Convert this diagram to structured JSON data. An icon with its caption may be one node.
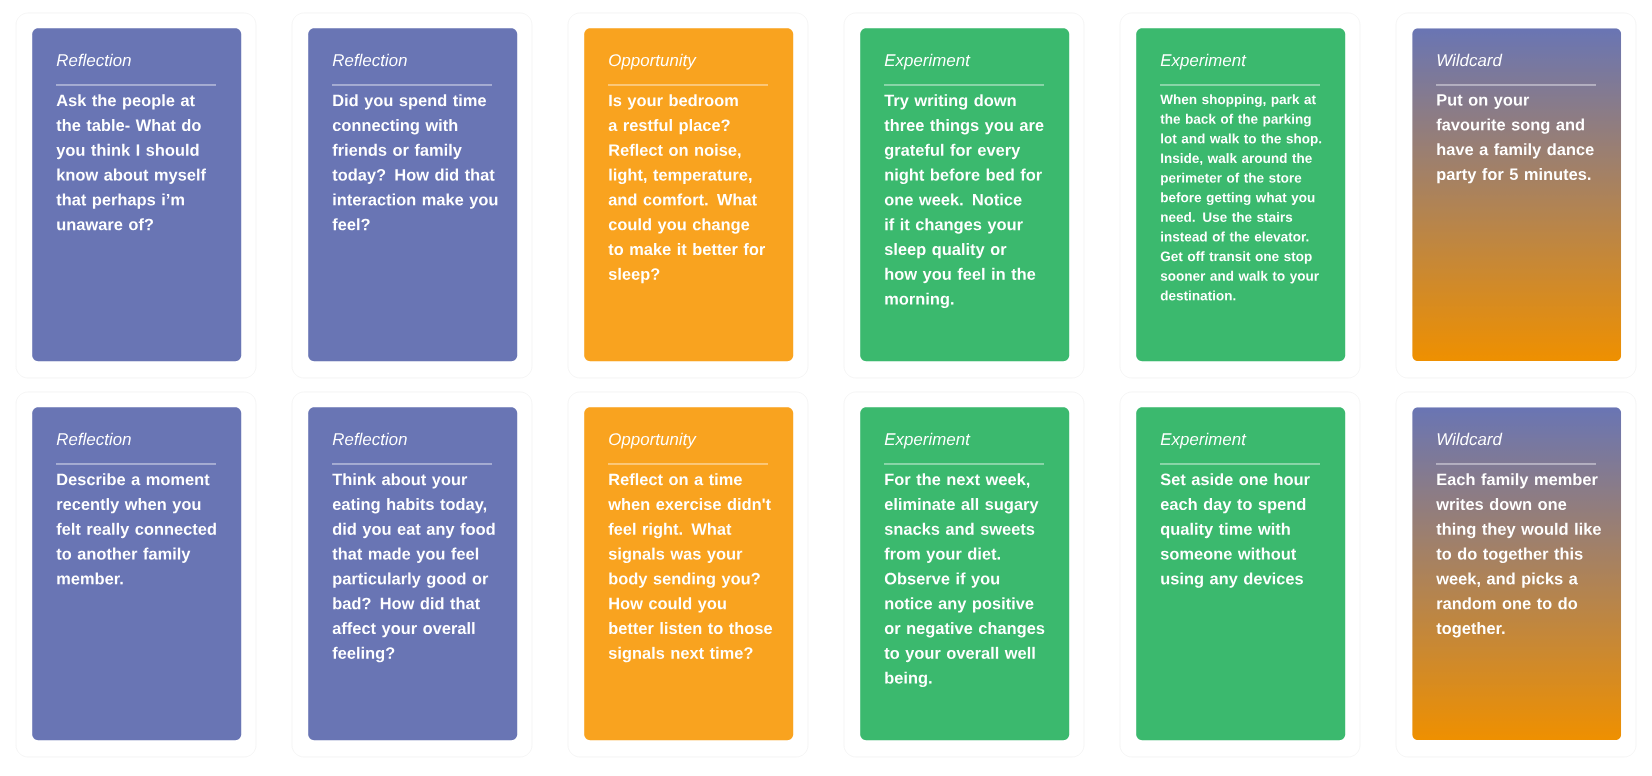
{
  "diagram": {
    "nodes": [
      {
        "text": [
          "Reflection",
          "Ask the people at the table- What do you think I should know about myself that perhaps i’m unaware of?"
        ]
      },
      {
        "text": [
          "Reflection",
          "Did you spend time connecting with friends or family today? How did that interaction make you feel?"
        ]
      },
      {
        "text": [
          "Opportunity",
          "Is your bedroom a restful place? Reflect on noise, light, temperature, and comfort. What could you change to make it better for sleep?"
        ]
      },
      {
        "text": [
          "Experiment",
          "Try writing down three things you are grateful for every night before bed for one week. Notice if it changes your sleep quality or how you feel in the morning."
        ]
      },
      {
        "text": [
          "Experiment",
          "When shopping, park at the back of the parking lot and walk to the shop. Inside, walk around the perimeter of the store before getting what you need. Use the stairs instead of the elevator. Get off transit one stop sooner and walk to your destination."
        ]
      },
      {
        "text": [
          "Wildcard",
          "Put on your favourite song and have a family dance party for 5 minutes."
        ]
      },
      {
        "text": [
          "Reflection",
          "Describe a moment recently when you felt really connected to another family member."
        ]
      },
      {
        "text": [
          "Reflection",
          "Think about your eating habits today, did you eat any food that made you feel particularly good or bad? How did that affect your overall feeling?"
        ]
      },
      {
        "text": [
          "Opportunity",
          "Reflect on a time when exercise didn't feel right. What signals was your body sending you? How could you better listen to those signals next time?"
        ]
      },
      {
        "text": [
          "Experiment",
          "For the next week, eliminate all sugary snacks and sweets from your diet. Observe if you notice any positive or negative changes to your overall well being."
        ]
      },
      {
        "text": [
          "Experiment",
          "Set aside one hour each day to spend quality time with someone without using any devices"
        ]
      },
      {
        "text": [
          "Wildcard",
          "Each family member writes down one thing they would like to do together this week, and picks a random one to do together."
        ]
      }
    ]
  }
}
